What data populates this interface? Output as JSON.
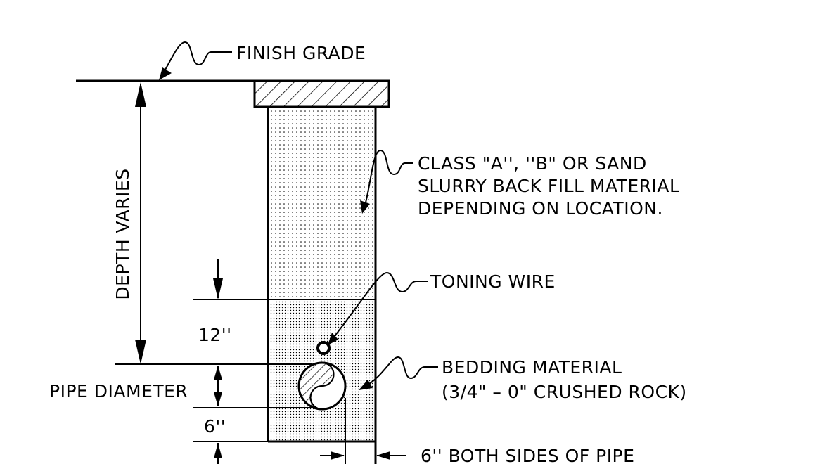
{
  "labels": {
    "finish_grade": "FINISH GRADE",
    "backfill_line1": "CLASS \"A'', ''B\" OR SAND",
    "backfill_line2": "SLURRY BACK FILL MATERIAL",
    "backfill_line3": "DEPENDING ON LOCATION.",
    "toning_wire": "TONING WIRE",
    "bedding_line1": "BEDDING MATERIAL",
    "bedding_line2": "(3/4\" – 0\" CRUSHED ROCK)",
    "depth_varies": "DEPTH VARIES",
    "dim_12": "12''",
    "pipe_diameter": "PIPE DIAMETER",
    "dim_6": "6''",
    "both_sides": "6'' BOTH SIDES OF PIPE"
  }
}
